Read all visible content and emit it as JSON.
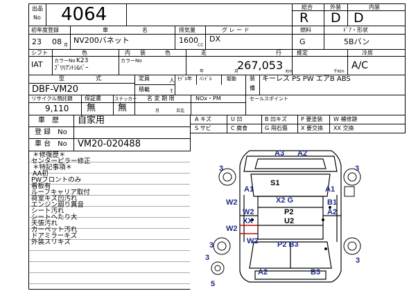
{
  "header": {
    "lot_label_1": "出品",
    "lot_label_2": "No",
    "lot_number": "4064",
    "grade_overall_label": "総合",
    "grade_exterior_label": "外装",
    "grade_interior_label": "内装",
    "grade_overall": "R",
    "grade_exterior": "D",
    "grade_interior": "D"
  },
  "row1": {
    "first_reg_label": "初年度登録",
    "car_name_label_1": "車",
    "car_name_label_2": "名",
    "displacement_label": "排気量",
    "grade_label": "グ レ ー ド",
    "fuel_label": "燃料",
    "door_shape_label": "ﾄﾞｱ・形状",
    "year": "23",
    "month": "08",
    "month_unit": "月",
    "car_name": "NV200バネット",
    "displacement": "1600",
    "displacement_unit": "CC",
    "grade": "DX",
    "fuel": "G",
    "door_shape": "5Bバン"
  },
  "row2": {
    "shift_label": "シフト",
    "color_label": "色",
    "interior_label_1": "内",
    "interior_label_2": "装",
    "color_label_2": "色",
    "mileage_label_1": "走",
    "mileage_label_2": "行",
    "estimated_label": "推定",
    "aircon_label": "冷房",
    "shift": "IAT",
    "color_no_label": "カラーNo",
    "color_no": "K23",
    "color_name": "ﾌﾞﾘﾘｱﾝﾄｼﾙﾊﾞｰ",
    "interior_color_no_label": "カラーNo",
    "year_unit": "年",
    "month_unit": "月",
    "mileage": "267,053",
    "mileage_unit": "Km",
    "thousand_km_unit": "千Km",
    "aircon": "A/C"
  },
  "row3": {
    "model_label_1": "型",
    "model_label_2": "式",
    "capacity_label": "定員",
    "capacity_unit": "人",
    "model_year_label": "ﾓﾃﾞﾙ年",
    "handle_label": "ﾊﾝﾄﾞﾙ",
    "drive_label": "駆動",
    "equipment_label_1": "装",
    "equipment_label_2": "備",
    "model": "DBF-VM20",
    "load_label": "積載",
    "load_unit": "t",
    "equipment": "キーレス PS PW エアB ABS"
  },
  "row4": {
    "recycle_label": "リサイクル預託額",
    "warranty_label": "保証書",
    "sticker_label": "ステッカー",
    "name_change_label": "名 変 期 限",
    "nox_label": "NOx・PM",
    "sales_point_label": "セールスポイント",
    "recycle_amount": "9,110",
    "warranty": "無",
    "sticker": "無",
    "name_change_month_unit": "月",
    "name_change_day_unit": "日迄"
  },
  "history": {
    "car_history_label": "車　歴",
    "car_history": "自家用",
    "registration_no_label": "登 録　No",
    "chassis_no_label": "車 台　No",
    "chassis_no": "VM20-020488"
  },
  "legend": {
    "items": [
      "A キズ",
      "U 凹",
      "B 凹キズ",
      "P 要塗装",
      "W 補修跡",
      "S サビ",
      "C 腐食",
      "G 飛石傷",
      "X 要交換",
      "XX 交換"
    ]
  },
  "notes": {
    "lines": [
      "＊修復歴＊",
      "センターピラー修正",
      "＊特記事項＊",
      "AA初",
      "PWフロントのみ",
      "看板有",
      "ルーフキャリア取付",
      "荷室キズ凹汚れ",
      "エンジン廻り異音",
      "シート汚れ",
      "シートへたり大",
      "天張汚れ",
      "カーペット汚れ",
      "ドアミラーキズ",
      "外装スリキズ"
    ]
  },
  "damage_map": {
    "marks": [
      "A3",
      "A2",
      "3",
      "3",
      "A1",
      "S1",
      "A1",
      "W2",
      "X2 G",
      "B1",
      "W2",
      "P2",
      "A2",
      "XX",
      "U2",
      "W2",
      "W2",
      "P2 B3",
      "3",
      "3",
      "3",
      "A2",
      "B3",
      "5"
    ]
  }
}
